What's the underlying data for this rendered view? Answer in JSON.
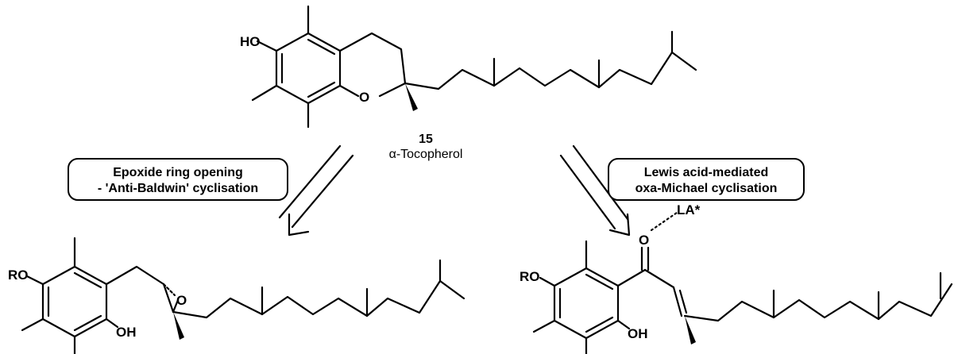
{
  "top_molecule": {
    "number": "15",
    "name": "α-Tocopherol",
    "labels": {
      "hydroxyl": "HO",
      "ring_oxygen": "O"
    }
  },
  "left_route": {
    "box_line1": "Epoxide ring opening",
    "box_line2": "- 'Anti-Baldwin' cyclisation",
    "labels": {
      "ether": "RO",
      "phenol": "OH",
      "epoxide_oxygen": "O"
    }
  },
  "right_route": {
    "box_line1": "Lewis acid-mediated",
    "box_line2": "oxa-Michael cyclisation",
    "labels": {
      "ether": "RO",
      "phenol": "OH",
      "carbonyl_oxygen": "O",
      "lewis_acid": "LA*"
    }
  }
}
